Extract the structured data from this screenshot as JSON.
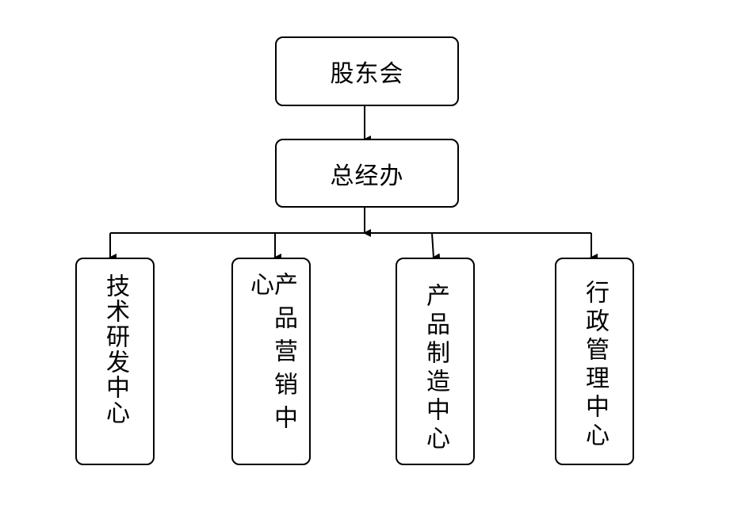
{
  "nodes": {
    "shareholders": "股东会",
    "general_office": "总经办",
    "departments": [
      {
        "id": "tech-rd",
        "label": "技术研发中心"
      },
      {
        "id": "product-marketing",
        "label": "产品营销中心"
      },
      {
        "id": "product-manufacturing",
        "label": "产品制造中心"
      },
      {
        "id": "admin-management",
        "label": "行政管理中心"
      }
    ]
  },
  "colors": {
    "line": "#000000",
    "box_border": "#000000",
    "background": "#ffffff",
    "text": "#000000"
  }
}
